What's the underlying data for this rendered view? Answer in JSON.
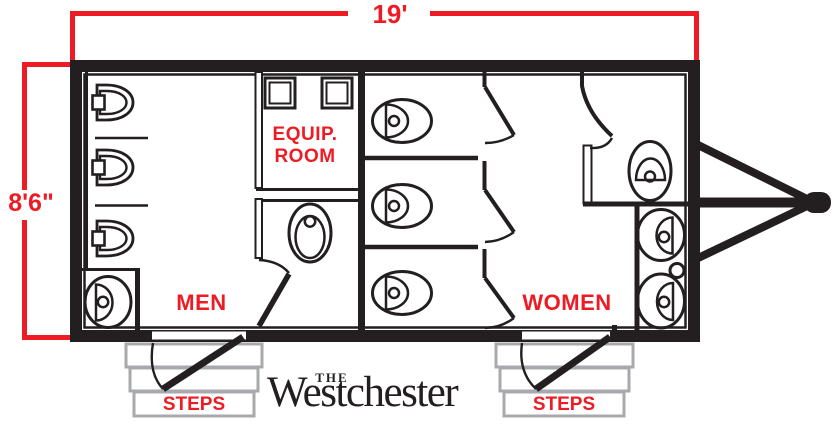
{
  "title": "The Westchester",
  "floor_plan": {
    "dimensions": {
      "width": "19'",
      "height": "8'6\""
    },
    "rooms": {
      "men": {
        "label": "MEN"
      },
      "women": {
        "label": "WOMEN"
      },
      "equipment": {
        "label_line1": "EQUIP.",
        "label_line2": "ROOM"
      }
    },
    "entrances": [
      {
        "label": "STEPS",
        "serves": "men"
      },
      {
        "label": "STEPS",
        "serves": "women"
      }
    ],
    "fixtures": {
      "men": {
        "urinals": 3,
        "sinks": 1,
        "toilet_stalls": 1
      },
      "women": {
        "toilet_stalls": 3,
        "corner_toilet_rooms": 1,
        "sinks": 2,
        "dispensers": 1
      },
      "equipment_room": {
        "tanks": 2
      },
      "exterior": {
        "trailer_hitch": 1,
        "step_stacks": 2
      }
    }
  },
  "logo": {
    "prefix": "THE",
    "name": "Westchester"
  },
  "colors": {
    "ink": "#231f20",
    "accent_red": "#ed1c24",
    "step_gray": "#a7a9ac",
    "background": "#ffffff"
  }
}
